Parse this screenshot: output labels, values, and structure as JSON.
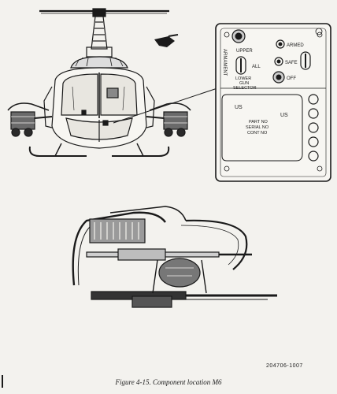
{
  "panel": {
    "armament_label": "ARMAMENT",
    "upper_label": "UPPER",
    "all_label": "ALL",
    "lower_gun_label_1": "LOWER",
    "lower_gun_label_2": "GUN",
    "selector_label": "SELECTOR",
    "armed_label": "ARMED",
    "safe_label": "SAFE",
    "off_label": "OFF",
    "plate_us_1": "US",
    "plate_us_2": "US",
    "plate_part_no": "PART NO",
    "plate_serial_no": "SERIAL NO",
    "plate_cont_no": "CONT NO"
  },
  "figure": {
    "code": "204706-1007",
    "caption": "Figure 4-15.  Component location M6"
  }
}
